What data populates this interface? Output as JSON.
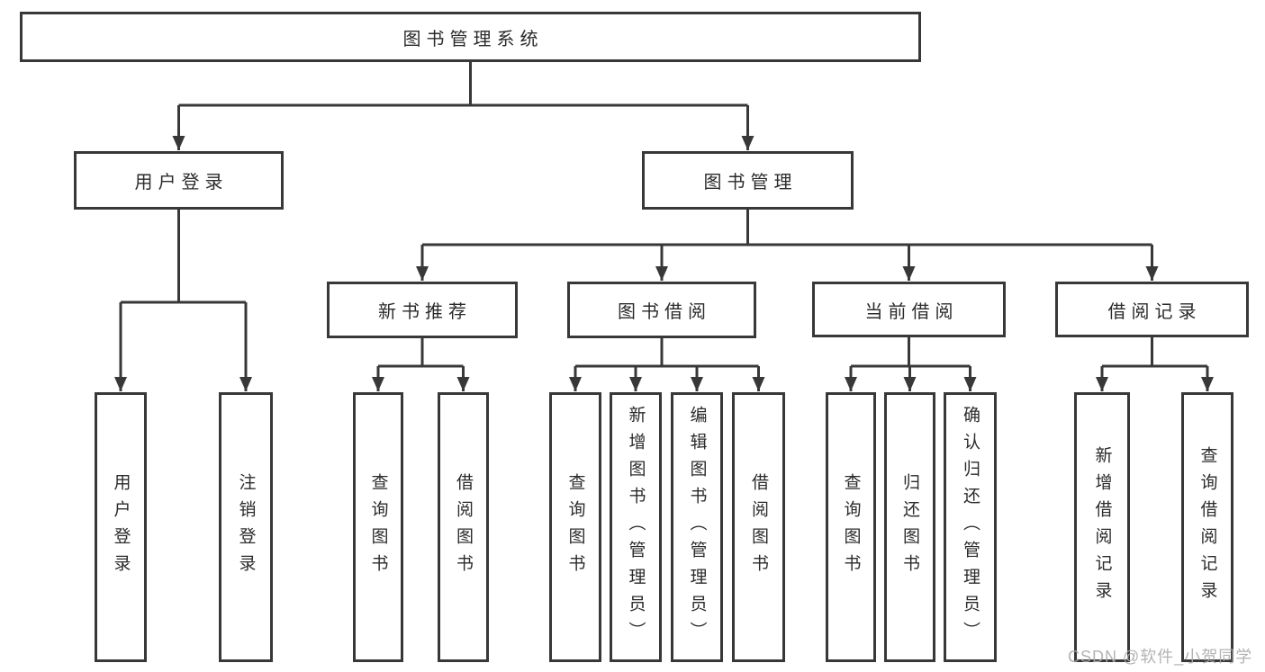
{
  "tree": {
    "root": "图书管理系统",
    "branches": [
      {
        "label": "用户登录",
        "children": [
          "用户登录",
          "注销登录"
        ]
      },
      {
        "label": "图书管理",
        "groups": [
          {
            "label": "新书推荐",
            "children": [
              "查询图书",
              "借阅图书"
            ]
          },
          {
            "label": "图书借阅",
            "children": [
              "查询图书",
              "新增图书（管理员）",
              "编辑图书（管理员）",
              "借阅图书"
            ]
          },
          {
            "label": "当前借阅",
            "children": [
              "查询图书",
              "归还图书",
              "确认归还（管理员）"
            ]
          },
          {
            "label": "借阅记录",
            "children": [
              "新增借阅记录",
              "查询借阅记录"
            ]
          }
        ]
      }
    ]
  },
  "watermark": {
    "text": "CSDN @软件_小贺同学"
  },
  "colors": {
    "line": "#383838",
    "text": "#2b2b2b",
    "watermark": "#ababab",
    "background": "#ffffff"
  }
}
